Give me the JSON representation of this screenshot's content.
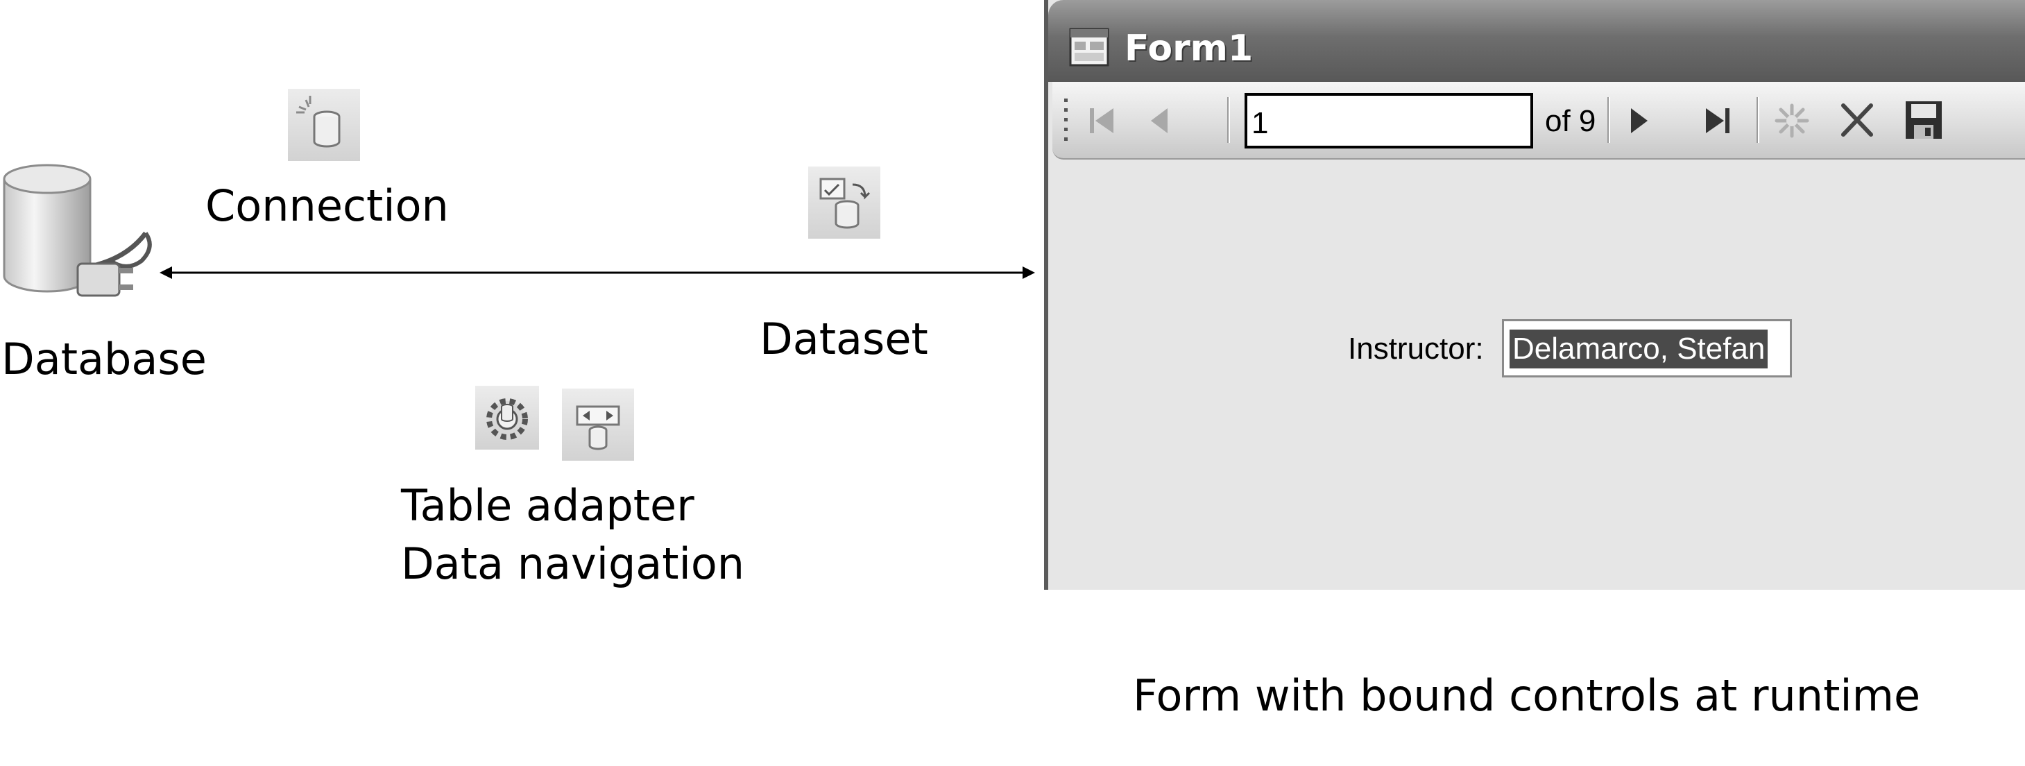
{
  "labels": {
    "connection": "Connection",
    "database": "Database",
    "dataset": "Dataset",
    "table_adapter": "Table adapter",
    "data_navigation": "Data navigation",
    "caption": "Form with bound controls at runtime"
  },
  "form": {
    "title": "Form1",
    "navigator": {
      "position": "1",
      "count_label": "of 9"
    },
    "fields": {
      "instructor_label": "Instructor:",
      "instructor_value": "Delamarco, Stefan"
    }
  },
  "icons": {
    "database": "database-plug-icon",
    "connection": "connection-component-icon",
    "dataset": "dataset-component-icon",
    "table_adapter": "table-adapter-gear-icon",
    "binding_navigator": "binding-navigator-icon",
    "form": "form-window-icon"
  }
}
